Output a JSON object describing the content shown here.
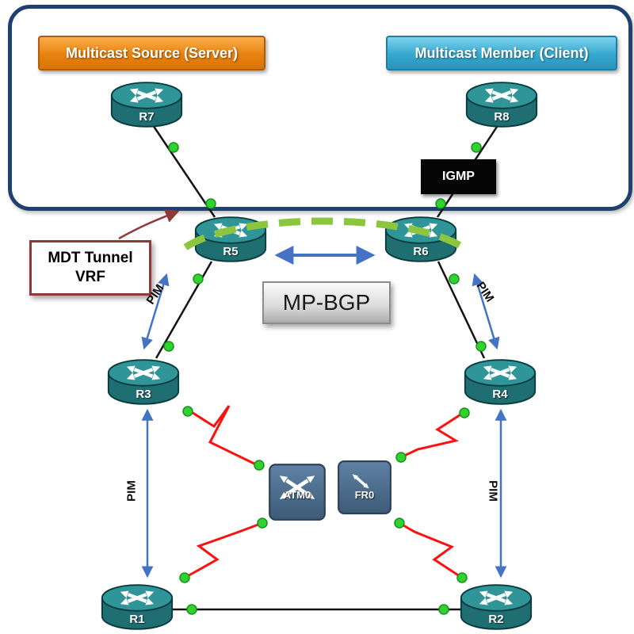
{
  "diagram": {
    "source_box": "Multicast Source (Server)",
    "member_box": "Multicast Member (Client)",
    "igmp": "IGMP",
    "mpbgp": "MP-BGP",
    "mdt": {
      "line1": "MDT Tunnel",
      "line2": "VRF"
    },
    "pim": "PIM",
    "routers": {
      "r1": "R1",
      "r2": "R2",
      "r3": "R3",
      "r4": "R4",
      "r5": "R5",
      "r6": "R6",
      "r7": "R7",
      "r8": "R8"
    },
    "switches": {
      "atm0": "ATM0",
      "fr0": "FR0"
    },
    "colors": {
      "source_box_orange": "#E8820C",
      "member_box_blue": "#35A7CE",
      "router_teal": "#2F9598",
      "tunnel_green": "#8CC63F",
      "pim_arrow_blue": "#4472C4",
      "physical_link_red": "#FF1010",
      "mdt_callout_red": "#8E3A38",
      "domain_outline_navy": "#20406E",
      "interface_dot_green": "#2FD32F",
      "igmp_box_black": "#050505"
    }
  }
}
